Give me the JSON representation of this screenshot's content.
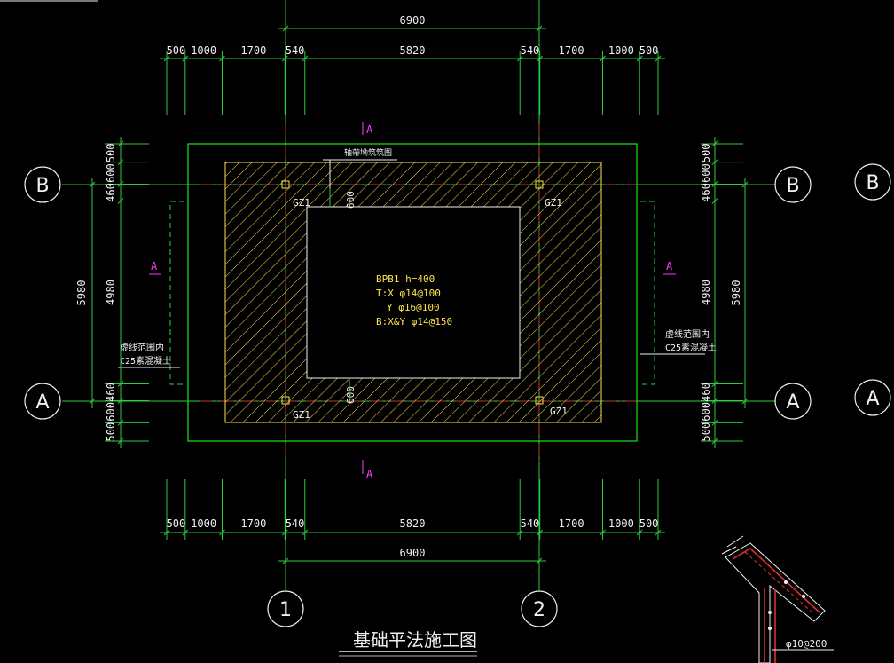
{
  "colors": {
    "background": "#000000",
    "dimension_line": "#2ecc40",
    "grid_line": "#c0392b",
    "outline_green": "#19e619",
    "outline_yellow": "#ffe14a",
    "hatch": "#ffe14a",
    "text_white": "#f0f0f0",
    "section_marker": "#ff3cff",
    "column_marker": "#ffe14a",
    "detail_red": "#e03030"
  },
  "dims": {
    "top_total": "6900",
    "top_segments": [
      "500",
      "1000",
      "1700",
      "540",
      "5820",
      "540",
      "1700",
      "1000",
      "500"
    ],
    "bottom_total": "6900",
    "bottom_segments": [
      "500",
      "1000",
      "1700",
      "540",
      "5820",
      "540",
      "1700",
      "1000",
      "500"
    ],
    "left_total": "5980",
    "left_segments": [
      "500",
      "600",
      "460",
      "4980",
      "460",
      "600",
      "500"
    ],
    "right_total": "5980",
    "right_segments": [
      "500",
      "600",
      "460",
      "4980",
      "460",
      "600",
      "500"
    ],
    "inner_top": "600",
    "inner_bottom": "600"
  },
  "axes": {
    "left": [
      "B",
      "A"
    ],
    "right": [
      "B",
      "A"
    ],
    "far_right": [
      "B",
      "A"
    ],
    "bottom": [
      "1",
      "2"
    ]
  },
  "section_marks": {
    "top": "A",
    "bottom": "A",
    "left": "A",
    "right": "A"
  },
  "columns": [
    "GZ1",
    "GZ1",
    "GZ1",
    "GZ1"
  ],
  "slab_note": {
    "line1": "BPB1 h=400",
    "line2": "T:X φ14@100",
    "line3": "Y φ16@100",
    "line4": "B:X&Y φ14@150"
  },
  "notes": {
    "top_label": "轴帶坳筑筑图",
    "left_line1": "虚线范围内",
    "left_line2": "C25素混凝土",
    "right_line1": "虚线范围内",
    "right_line2": "C25素混凝土"
  },
  "detail": {
    "rebar_label": "φ10@200"
  },
  "drawing_title": "基础平法施工图"
}
